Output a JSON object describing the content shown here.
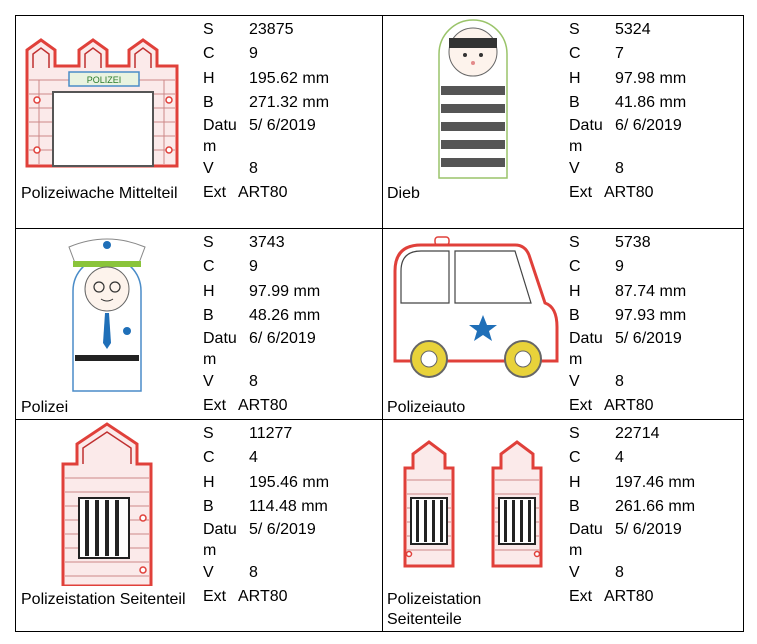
{
  "labels": {
    "s": "S",
    "c": "C",
    "h": "H",
    "b": "B",
    "datum": "Datum",
    "v": "V",
    "ext": "Ext"
  },
  "designs": [
    {
      "name": "Polizeiwache Mittelteil",
      "s": "23875",
      "c": "9",
      "h": "195.62 mm",
      "b": "271.32 mm",
      "datum": "5/ 6/2019",
      "v": "8",
      "ext": "ART80",
      "sign": "POLIZEI"
    },
    {
      "name": "Dieb",
      "s": "5324",
      "c": "7",
      "h": "97.98 mm",
      "b": "41.86 mm",
      "datum": "6/ 6/2019",
      "v": "8",
      "ext": "ART80"
    },
    {
      "name": "Polizei",
      "s": "3743",
      "c": "9",
      "h": "97.99 mm",
      "b": "48.26 mm",
      "datum": "6/ 6/2019",
      "v": "8",
      "ext": "ART80"
    },
    {
      "name": "Polizeiauto",
      "s": "5738",
      "c": "9",
      "h": "87.74 mm",
      "b": "97.93 mm",
      "datum": "5/ 6/2019",
      "v": "8",
      "ext": "ART80"
    },
    {
      "name": "Polizeistation Seitenteil",
      "s": "11277",
      "c": "4",
      "h": "195.46 mm",
      "b": "114.48 mm",
      "datum": "5/ 6/2019",
      "v": "8",
      "ext": "ART80"
    },
    {
      "name": "Polizeistation Seitenteile",
      "s": "22714",
      "c": "4",
      "h": "197.46 mm",
      "b": "261.66 mm",
      "datum": "5/ 6/2019",
      "v": "8",
      "ext": "ART80"
    }
  ],
  "colors": {
    "outline_red": "#e0403a",
    "brick": "#c03030",
    "police_blue": "#1f6fb8",
    "hat_green": "#8ac43a",
    "wheel_yellow": "#e8d23a"
  }
}
